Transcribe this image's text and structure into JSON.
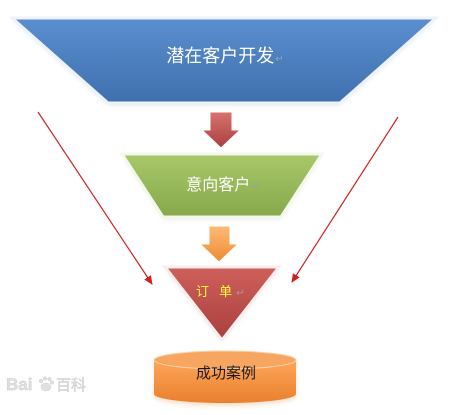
{
  "funnel": {
    "stages": [
      {
        "label": "潜在客户开发",
        "color": "#4f81bd"
      },
      {
        "label": "意向客户",
        "color": "#9bbb59"
      },
      {
        "label": "订 单",
        "color": "#c0504d"
      },
      {
        "label": "成功案例",
        "color": "#f79646"
      }
    ],
    "paragraph_mark": "↵",
    "arrow_colors": {
      "stage1_to_2": "#c0504d",
      "stage2_to_3": "#f79646",
      "side_lines": "#d12020"
    }
  },
  "watermark": {
    "text": "Bai 百科",
    "icon": "baidu-paw-icon"
  }
}
